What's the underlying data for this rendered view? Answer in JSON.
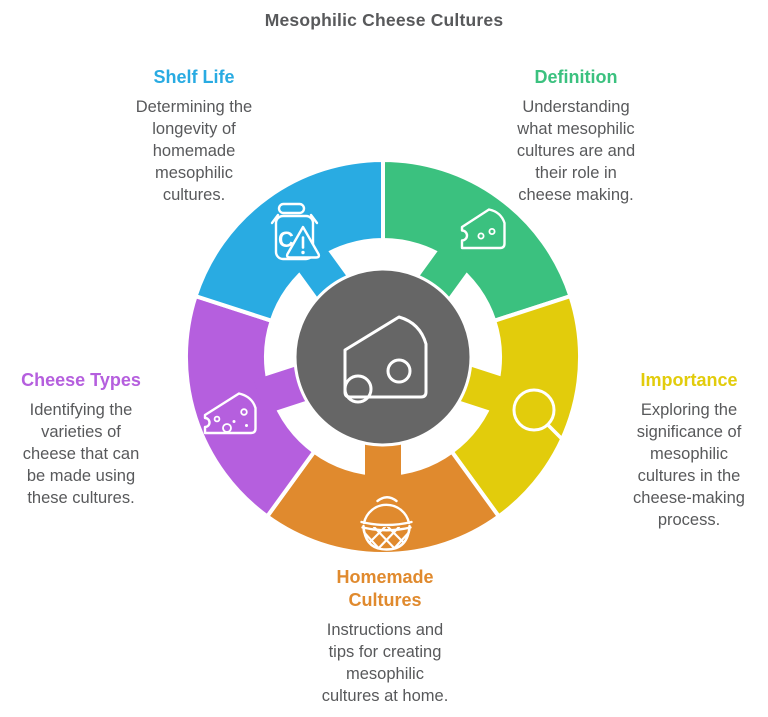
{
  "title": "Mesophilic Cheese Cultures",
  "colors": {
    "blue": "#1FABE2",
    "green": "#3BC17F",
    "yellow": "#E2CC0C",
    "orange": "#DC8435",
    "purple": "#B55FDE",
    "center_gray": "#666666",
    "body_text": "#58595B",
    "separator": "#FFFFFF",
    "icon_stroke": "#FFFFFF",
    "background": "#FFFFFF"
  },
  "icons": {
    "milk_jug_letter": "C",
    "center_icon": "cheese-block-icon"
  },
  "sections": [
    {
      "id": "shelf-life",
      "label": "Shelf Life",
      "description": [
        "Determining the",
        "longevity of",
        "homemade",
        "mesophilic",
        "cultures."
      ],
      "color": "#29ABE2",
      "icon": "milk-jug-warning-icon"
    },
    {
      "id": "definition",
      "label": "Definition",
      "description": [
        "Understanding",
        "what mesophilic",
        "cultures are and",
        "their role in",
        "cheese making."
      ],
      "color": "#3BC17F",
      "icon": "cheese-wedge-icon"
    },
    {
      "id": "importance",
      "label": "Importance",
      "description": [
        "Exploring the",
        "significance of",
        "mesophilic",
        "cultures in the",
        "cheese-making",
        "process."
      ],
      "color": "#E2CC0C",
      "icon": "magnifier-icon"
    },
    {
      "id": "homemade-cultures",
      "label": [
        "Homemade",
        "Cultures"
      ],
      "description": [
        "Instructions and",
        "tips for creating",
        "mesophilic",
        "cultures at home."
      ],
      "color": "#E08A2E",
      "icon": "basket-icon"
    },
    {
      "id": "cheese-types",
      "label": "Cheese Types",
      "description": [
        "Identifying the",
        "varieties of",
        "cheese that can",
        "be made using",
        "these cultures."
      ],
      "color": "#B55FDE",
      "icon": "cheese-slice-icon"
    }
  ]
}
